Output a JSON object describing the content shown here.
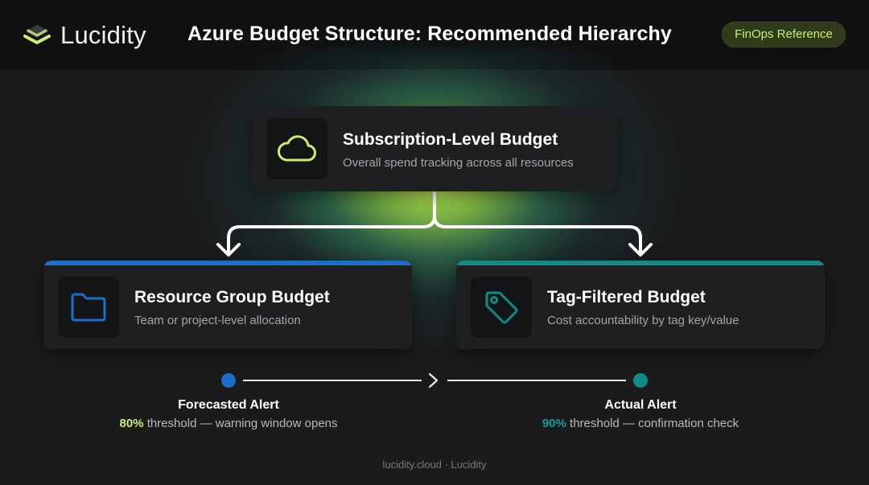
{
  "header": {
    "brand": "Lucidity",
    "title": "Azure Budget Structure: Recommended Hierarchy",
    "badge": "FinOps Reference"
  },
  "top_card": {
    "title": "Subscription-Level Budget",
    "description": "Overall spend tracking across all resources",
    "icon": "cloud-icon"
  },
  "cards": [
    {
      "title": "Resource Group Budget",
      "description": "Team or project-level allocation",
      "icon": "folder-icon",
      "accent": "#1b6ec9"
    },
    {
      "title": "Tag-Filtered Budget",
      "description": "Cost accountability by tag key/value",
      "icon": "tag-icon",
      "accent": "#148a86"
    }
  ],
  "alerts": [
    {
      "title": "Forecasted Alert",
      "percent": "80%",
      "text": " threshold — warning window opens",
      "color": "#1b6ec9"
    },
    {
      "title": "Actual Alert",
      "percent": "90%",
      "text": " threshold — confirmation check",
      "color": "#148a86"
    }
  ],
  "footer": "lucidity.cloud · Lucidity",
  "colors": {
    "accent_lime": "#c9ee73",
    "background": "#1b1b1c"
  }
}
